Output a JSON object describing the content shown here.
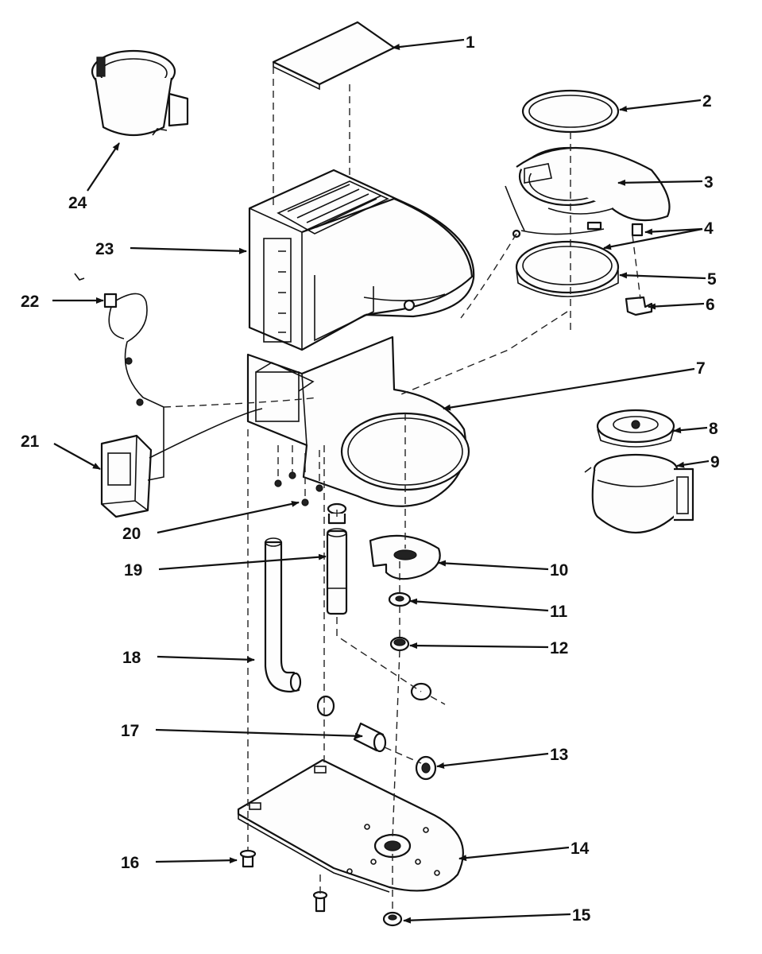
{
  "callouts": [
    {
      "id": "1",
      "label": "1"
    },
    {
      "id": "2",
      "label": "2"
    },
    {
      "id": "3",
      "label": "3"
    },
    {
      "id": "4",
      "label": "4"
    },
    {
      "id": "5",
      "label": "5"
    },
    {
      "id": "6",
      "label": "6"
    },
    {
      "id": "7",
      "label": "7"
    },
    {
      "id": "8",
      "label": "8"
    },
    {
      "id": "9",
      "label": "9"
    },
    {
      "id": "10",
      "label": "10"
    },
    {
      "id": "11",
      "label": "11"
    },
    {
      "id": "12",
      "label": "12"
    },
    {
      "id": "13",
      "label": "13"
    },
    {
      "id": "14",
      "label": "14"
    },
    {
      "id": "15",
      "label": "15"
    },
    {
      "id": "16",
      "label": "16"
    },
    {
      "id": "17",
      "label": "17"
    },
    {
      "id": "18",
      "label": "18"
    },
    {
      "id": "19",
      "label": "19"
    },
    {
      "id": "20",
      "label": "20"
    },
    {
      "id": "21",
      "label": "21"
    },
    {
      "id": "22",
      "label": "22"
    },
    {
      "id": "23",
      "label": "23"
    },
    {
      "id": "24",
      "label": "24"
    }
  ],
  "colors": {
    "ink": "#111111",
    "paper": "#ffffff"
  }
}
